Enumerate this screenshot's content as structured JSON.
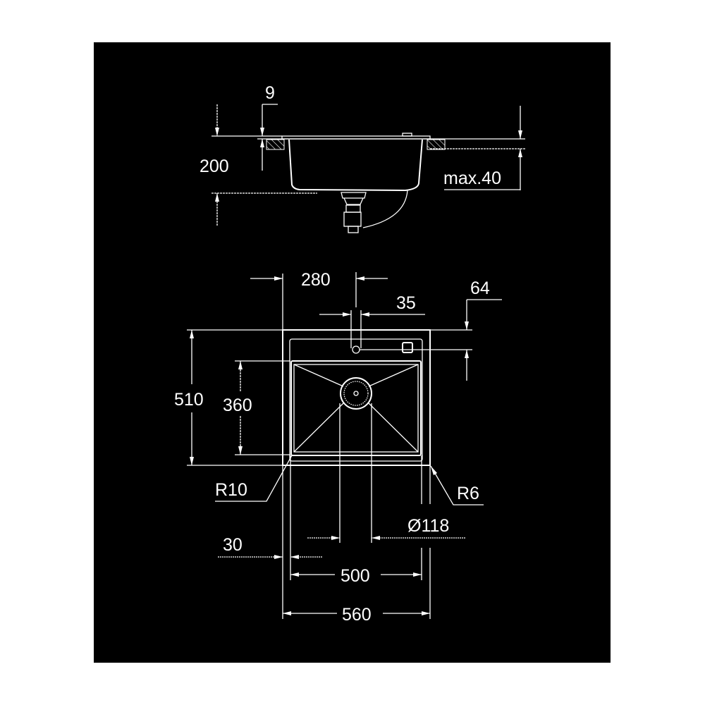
{
  "colors": {
    "background": "#000000",
    "line": "#ffffff",
    "page": "#ffffff"
  },
  "side_view": {
    "dim_lip": "9",
    "dim_depth": "200",
    "dim_countertop": "max.40"
  },
  "top_view": {
    "dim_tap_offset": "280",
    "dim_tap_hole": "35",
    "dim_tap_from_edge": "64",
    "dim_outer_depth": "510",
    "dim_bowl_depth": "360",
    "radius_inner": "R10",
    "radius_outer": "R6",
    "dim_drain": "Ø118",
    "dim_rim": "30",
    "dim_bowl_width": "500",
    "dim_outer_width": "560"
  }
}
